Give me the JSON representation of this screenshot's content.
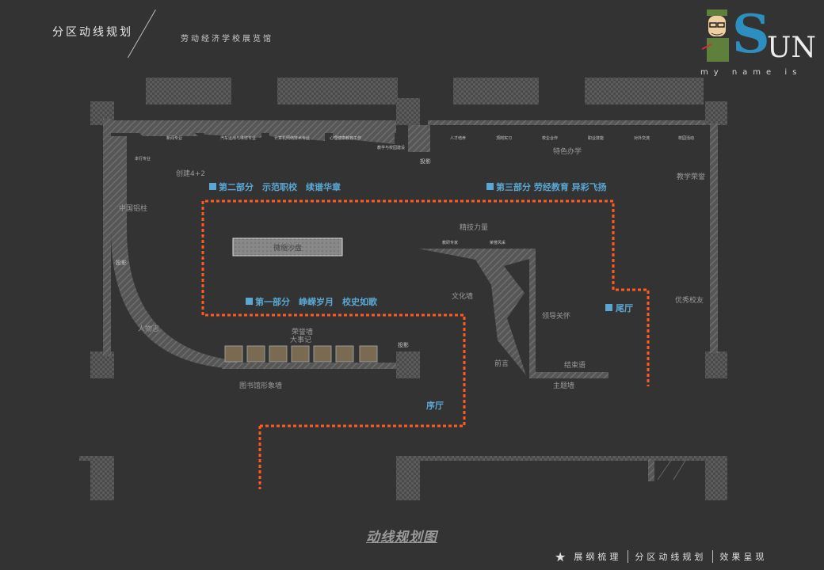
{
  "header": {
    "title": "分区动线规划",
    "subtitle": "劳动经济学校展览馆"
  },
  "logo": {
    "initial": "S",
    "rest": "UN",
    "tagline": "my name is"
  },
  "diagram": {
    "title": "动线规划图",
    "sections": {
      "part2": "第二部分　示范职校　续谱华章",
      "part3": "第三部分 劳经教育 异彩飞扬",
      "part1": "第一部分　峥嵘岁月　校史如歌",
      "tail": "尾厅",
      "lobby": "序厅"
    },
    "areas": {
      "chuangjian": "创建4+2",
      "zhongxinyuanzhu": "中国铝柱",
      "renwuzhi": "人物志",
      "rongyu": "荣誉墙",
      "dashiji": "大事记",
      "tushu": "图书馆形象墙",
      "tese": "特色办学",
      "jiaoxue": "教学荣誉",
      "youxiu": "优秀校友",
      "wenhua": "文化墙",
      "lingdao": "领导关怀",
      "qianji": "前言",
      "jieshu": "结束语",
      "zhuti": "主题墙",
      "jingshen": "精技力量",
      "center": "微缩沙盘",
      "tou1": "投影",
      "tou2": "投影",
      "tou3": "投影"
    },
    "small_labels": [
      "新闻专业",
      "汽车运用与维修专业",
      "计算机网络技术专业",
      "心理健康教育工作",
      "教学与校园建设",
      "人才培养",
      "顶岗实习",
      "校企合作",
      "职业技能",
      "对外交流",
      "校园活动",
      "本行专业",
      "教研专家",
      "荣誉风采"
    ]
  },
  "colors": {
    "background": "#333333",
    "accent_blue": "#5aa7d3",
    "route_orange": "#ff5a1f"
  },
  "nav": {
    "star": "★",
    "items": [
      "展纲梳理",
      "分区动线规划",
      "效果呈现"
    ]
  }
}
